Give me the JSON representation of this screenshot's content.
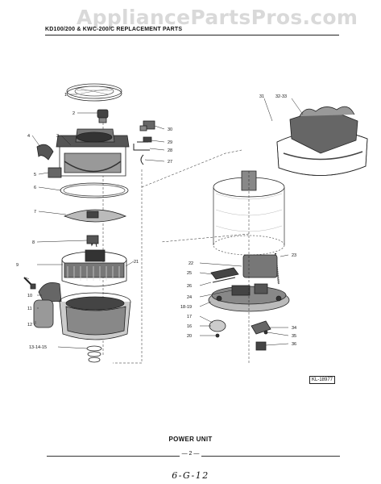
{
  "watermark": "AppliancePartsPros.com",
  "header": "KD100/200 & KWC-200/C REPLACEMENT PARTS",
  "diagram_code": "KL-18977",
  "caption": "POWER UNIT",
  "page_number": "— 2 —",
  "handwritten_note": "6-G-12",
  "callouts": [
    "1",
    "2",
    "3",
    "4",
    "5",
    "6",
    "7",
    "8",
    "9",
    "10",
    "11",
    "12",
    "13-14-15",
    "16",
    "17",
    "18-19",
    "20",
    "21",
    "22",
    "23",
    "24",
    "25",
    "26",
    "27",
    "28",
    "29",
    "30",
    "31",
    "32-33",
    "34",
    "35",
    "36"
  ]
}
